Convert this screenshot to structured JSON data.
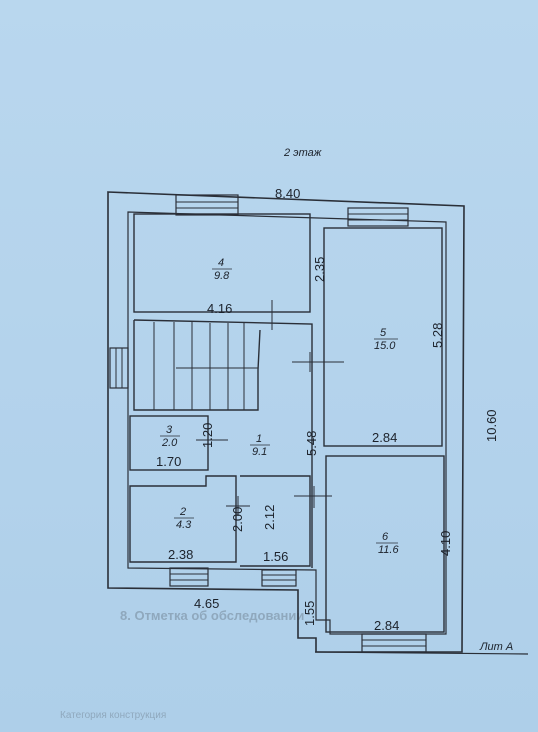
{
  "floor_title": "2 этаж",
  "lit_label": "Лит А",
  "dimensions": {
    "overall_width": "8.40",
    "overall_height": "10.60",
    "room4_height": "2.35",
    "room4_width": "4.16",
    "room5_height": "5.28",
    "room5_width": "2.84",
    "hall_height": "5.48",
    "room3_height": "1.20",
    "room3_width": "1.70",
    "room2_height": "2.00",
    "room2_width": "2.38",
    "bath_height": "2.12",
    "bath_width": "1.56",
    "room6_height": "4.10",
    "room6_width": "2.84",
    "bottom_width": "4.65",
    "step_height": "1.55"
  },
  "rooms": [
    {
      "number": "4",
      "area": "9.8"
    },
    {
      "number": "5",
      "area": "15.0"
    },
    {
      "number": "3",
      "area": "2.0"
    },
    {
      "number": "1",
      "area": "9.1"
    },
    {
      "number": "2",
      "area": "4.3"
    },
    {
      "number": "6",
      "area": "11.6"
    }
  ],
  "background_text": {
    "section_heading": "8. Отметка об обследовании",
    "bottom_row": "Категория конструкция"
  }
}
